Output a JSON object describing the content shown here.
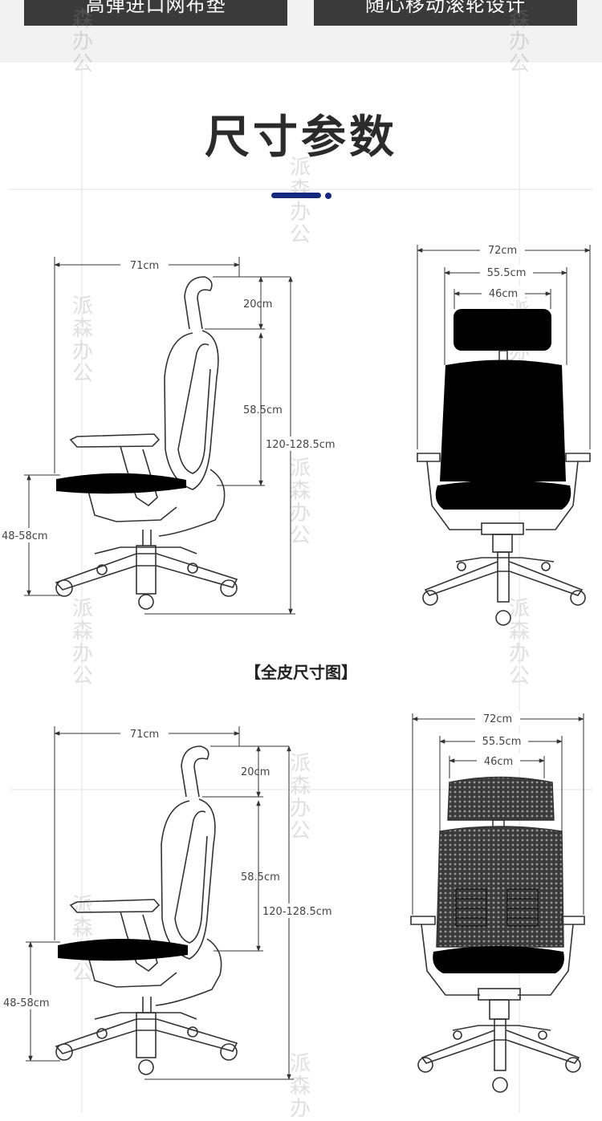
{
  "top_tags": [
    "高弹进口网布垫",
    "随心移动滚轮设计"
  ],
  "section_title": "尺寸参数",
  "watermark": [
    "派",
    "森",
    "办",
    "公"
  ],
  "caption": "【全皮尺寸图】",
  "diagrams": [
    {
      "side": {
        "depth": "71cm",
        "headrest": "20cm",
        "back": "58.5cm",
        "total_height": "120-128.5cm",
        "seat_height": "48-58cm"
      },
      "front": {
        "width": "72cm",
        "mid_width": "55.5cm",
        "inner_width": "46cm"
      }
    },
    {
      "side": {
        "depth": "71cm",
        "headrest": "20cm",
        "back": "58.5cm",
        "total_height": "120-128.5cm",
        "seat_height": "48-58cm"
      },
      "front": {
        "width": "72cm",
        "mid_width": "55.5cm",
        "inner_width": "46cm"
      }
    }
  ],
  "colors": {
    "tag_bg": "#3a3a3a",
    "accent": "#14287e",
    "mesh_black": "#000000"
  }
}
